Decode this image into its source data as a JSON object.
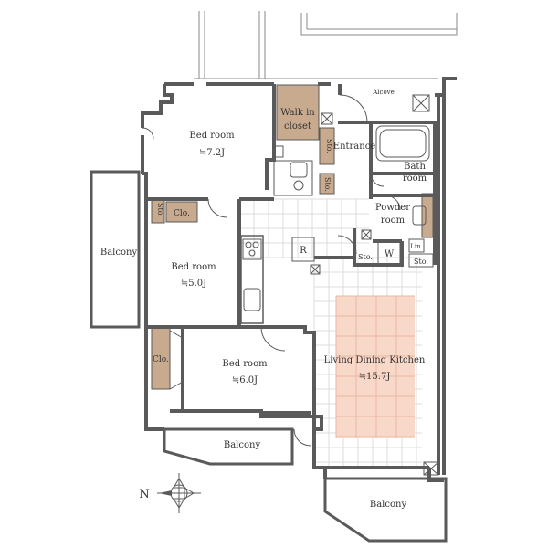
{
  "colors": {
    "wall": "#5a5a5a",
    "closet": "#c8ab8f",
    "tile_grid": "#dcdcdc",
    "carpet": "#f8d8c8",
    "carpet_grid": "#eab8a4"
  },
  "rooms": {
    "bedroom_1": {
      "label": "Bed room",
      "size": "≒7.2J"
    },
    "walk_in_closet": {
      "line1": "Walk in",
      "line2": "closet"
    },
    "bedroom_2": {
      "label": "Bed room",
      "size": "≒5.0J"
    },
    "bedroom_3": {
      "label": "Bed room",
      "size": "≒6.0J"
    },
    "ldk": {
      "label": "Living Dining Kitchen",
      "size": "≒15.7J"
    },
    "entrance": "Entrance",
    "bath": {
      "line1": "Bath",
      "line2": "room"
    },
    "powder": {
      "line1": "Powder",
      "line2": "room"
    },
    "alcove": "Alcove",
    "balcony_west": "Balcony",
    "balcony_south": "Balcony",
    "balcony_east": "Balcony",
    "storage_labels": {
      "sto_wic_top": "Sto.",
      "sto_wic_bottom": "Sto.",
      "sto_bed": "Sto.",
      "sto_w": "Sto.",
      "sto_powder": "Sto."
    },
    "closet_bed2": "Clo.",
    "closet_bed3": "Clo.",
    "fridge": "R",
    "washer": "W",
    "linen": "Lin."
  },
  "compass": {
    "label": "N"
  }
}
